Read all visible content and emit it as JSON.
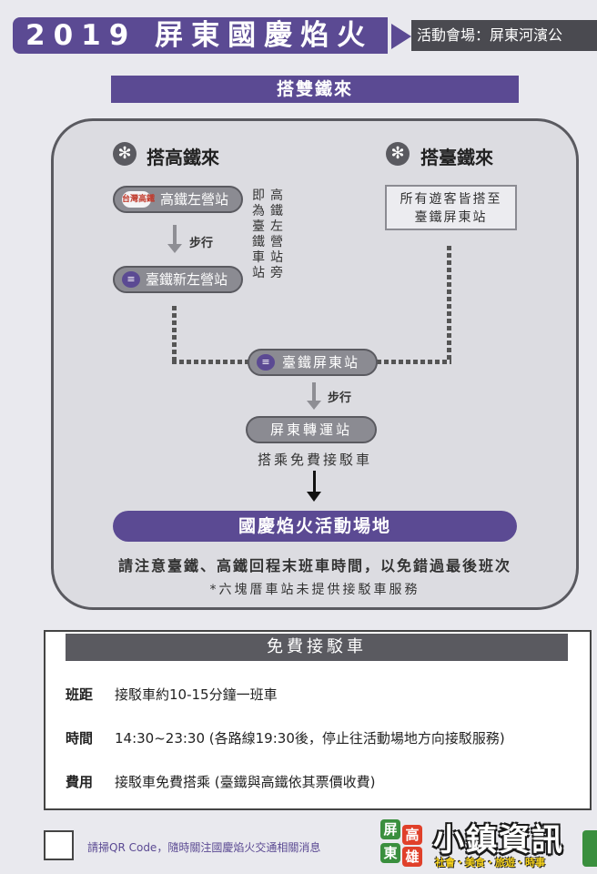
{
  "header": {
    "title": "2019 屏東國慶焰火",
    "venue": "活動會場：屏東河濱公"
  },
  "section_title": "搭雙鐵來",
  "routes": {
    "hsr": {
      "title": "搭高鐵來",
      "start_station": "高鐵左營站",
      "walk_label": "步行",
      "transfer_station": "臺鐵新左營站",
      "note_col1": [
        "即",
        "為",
        "臺",
        "鐵",
        "車",
        "站"
      ],
      "note_col2": [
        "高",
        "鐵",
        "左",
        "營",
        "站",
        "旁"
      ]
    },
    "tra": {
      "title": "搭臺鐵來",
      "note_line1": "所有遊客皆搭至",
      "note_line2": "臺鐵屏東站"
    },
    "merge_station": "臺鐵屏東站",
    "walk_label2": "步行",
    "transit_station": "屏東轉運站",
    "shuttle_note": "搭乘免費接駁車",
    "destination": "國慶焰火活動場地",
    "warning": "請注意臺鐵、高鐵回程末班車時間，以免錯過最後班次",
    "footnote": "*六塊厝車站未提供接駁車服務",
    "logo_hsr": "台灣高鐵",
    "logo_tra": "≡"
  },
  "shuttle_info": {
    "title": "免費接駁車",
    "rows": [
      {
        "label": "班距",
        "value": "接駁車約10-15分鐘一班車"
      },
      {
        "label": "時間",
        "value": "14:30~23:30 (各路線19:30後，停止往活動場地方向接駁服務)"
      },
      {
        "label": "費用",
        "value": "接駁車免費搭乘 (臺鐵與高鐵依其票價收費)"
      }
    ]
  },
  "footer": {
    "qr_text": "請掃QR Code，隨時關注國慶焰火交通相關消息",
    "brand_chars": [
      "屏",
      "東",
      "高",
      "雄"
    ],
    "brand_name": "小鎮資訊",
    "brand_tags": "社會・美食・旅遊・時事"
  },
  "colors": {
    "purple": "#5b4a93",
    "dark_gray": "#5a5a60",
    "panel_bg": "#dcdce1"
  }
}
